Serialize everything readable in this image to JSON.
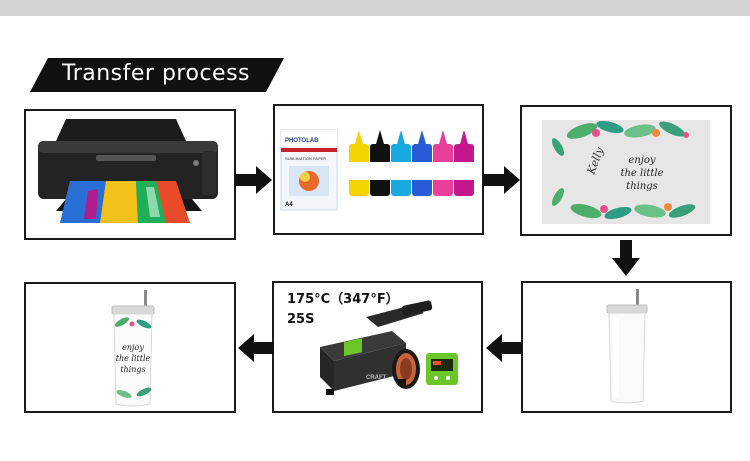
{
  "header": {
    "title": "Transfer process"
  },
  "steps": [
    {
      "name": "printer"
    },
    {
      "name": "paper-and-inks",
      "paper_brand": "PHOTOLAB",
      "paper_caption": "SUBLIMATION PAPER",
      "paper_size": "A4"
    },
    {
      "name": "printed-transfer",
      "design_text": [
        "enjoy",
        "the little",
        "things"
      ],
      "signature": "Kelly"
    },
    {
      "name": "blank-tumbler"
    },
    {
      "name": "heat-press",
      "temperature": "175°C（347°F）",
      "time": "25S",
      "machine_brand": "CRAFT"
    },
    {
      "name": "finished-tumbler",
      "design_text": [
        "enjoy",
        "the little",
        "things"
      ]
    }
  ],
  "colors": {
    "banner": "#111111",
    "arrow": "#111111",
    "border": "#1a1a1a",
    "ink_yellow": "#f4d400",
    "ink_black": "#111111",
    "ink_cyan": "#19a8e0",
    "ink_blue": "#2a5bd7",
    "ink_pink": "#e8409a",
    "ink_magenta": "#c2188b",
    "press_green": "#6cc62a"
  }
}
